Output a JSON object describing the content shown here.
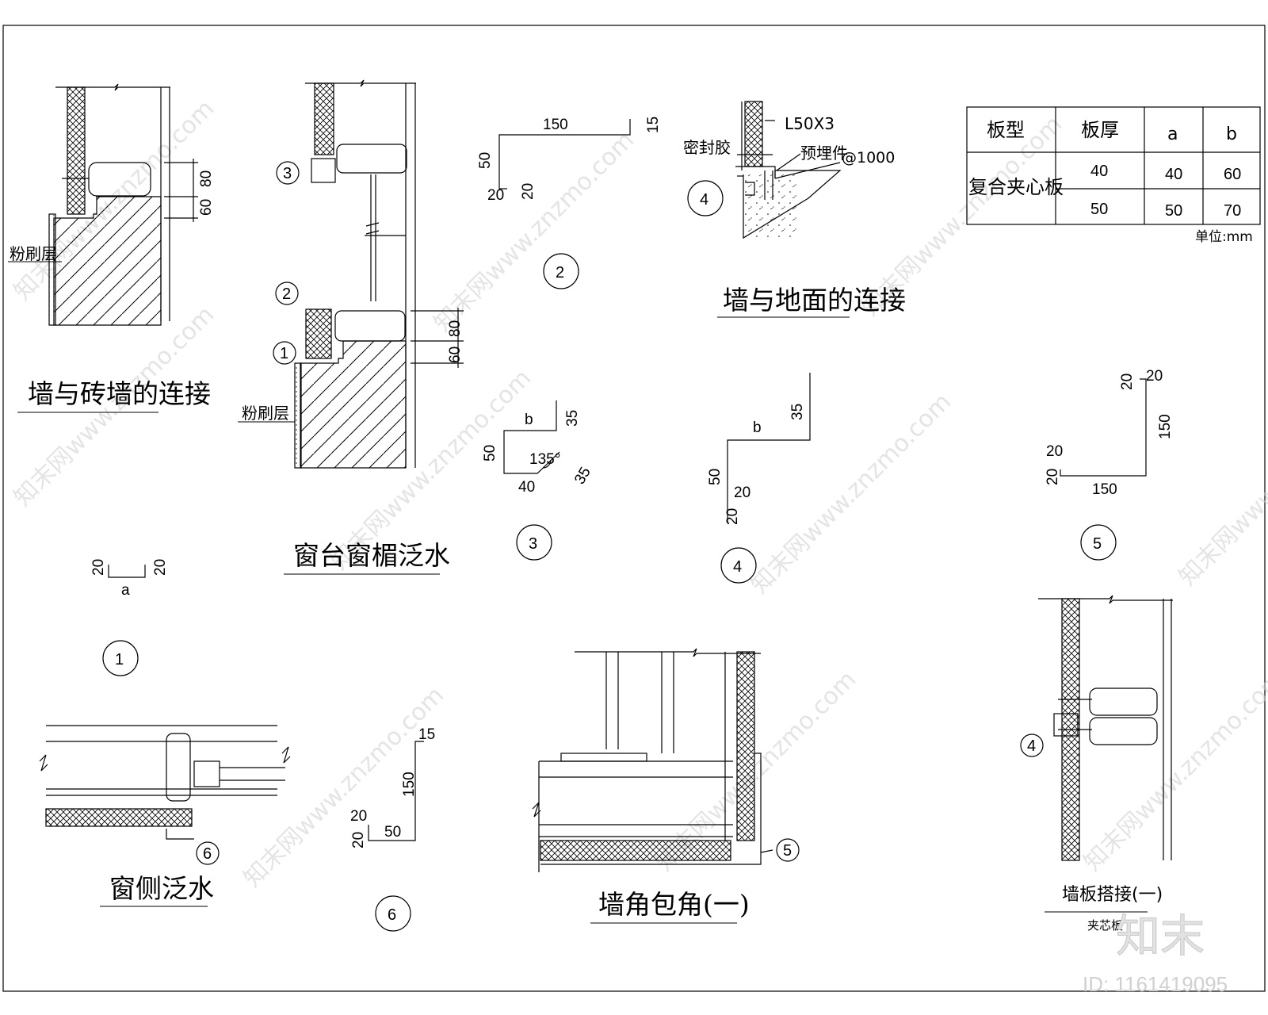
{
  "titles": {
    "brick": "墙与砖墙的连接",
    "window_sill": "窗台窗楣泛水",
    "ground": "墙与地面的连接",
    "window_side": "窗侧泛水",
    "corner": "墙角包角(一)",
    "panel_lap": "墙板搭接(一)",
    "panel_lap_sub": "夹芯板"
  },
  "labels": {
    "plaster": "粉刷层",
    "sealant": "密封胶",
    "angle": "L50X3",
    "embed": "预埋件",
    "spacing": "@1000",
    "unit": "单位:mm"
  },
  "table": {
    "headers": [
      "板型",
      "板厚",
      "a",
      "b"
    ],
    "panel_type": "复合夹心板",
    "rows": [
      [
        "40",
        "40",
        "60"
      ],
      [
        "50",
        "50",
        "70"
      ]
    ]
  },
  "dims": {
    "d80": "80",
    "d60": "60",
    "d150": "150",
    "d15": "15",
    "d50": "50",
    "d20": "20",
    "d35": "35",
    "d40": "40",
    "d135": "135°",
    "da": "a",
    "db": "b"
  },
  "markers": [
    "1",
    "2",
    "3",
    "4",
    "5",
    "6"
  ],
  "watermark": {
    "text": "知末网www.znzmo.com",
    "logo": "知末",
    "id": "ID: 1161419095"
  }
}
